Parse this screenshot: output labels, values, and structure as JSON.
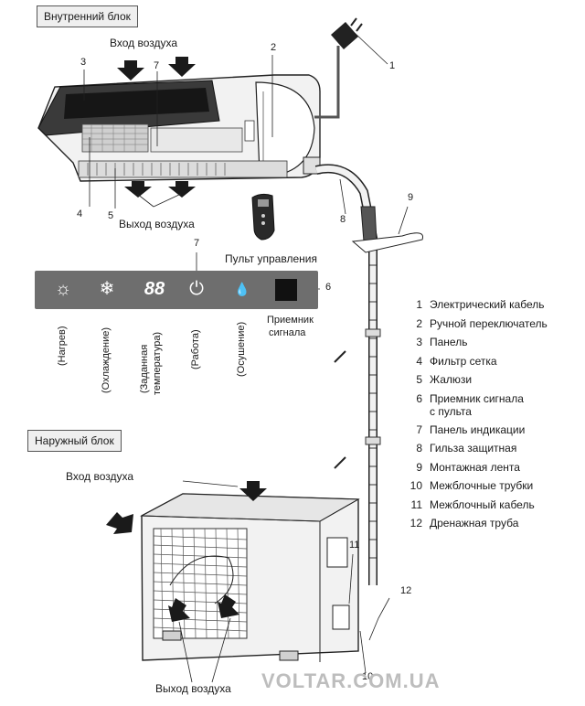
{
  "headers": {
    "indoor": "Внутренний блок",
    "outdoor": "Наружный блок"
  },
  "indoor": {
    "air_in": "Вход воздуха",
    "air_out": "Выход воздуха",
    "remote": "Пульт управления",
    "display_digits": "88"
  },
  "panel_labels": [
    "(Нагрев)",
    "(Охлаждение)",
    "(Заданная",
    "температура)",
    "(Работа)",
    "(Осушение)"
  ],
  "receiver_label": [
    "Приемник",
    "сигнала"
  ],
  "outdoor": {
    "air_in": "Вход воздуха",
    "air_out": "Выход воздуха"
  },
  "callouts": {
    "c1": "1",
    "c2": "2",
    "c3": "3",
    "c4": "4",
    "c5": "5",
    "c6": "6",
    "c7a": "7",
    "c7b": "7",
    "c8": "8",
    "c9": "9",
    "c10": "10",
    "c11": "11",
    "c12": "12"
  },
  "legend": [
    {
      "n": "1",
      "text": "Электрический кабель"
    },
    {
      "n": "2",
      "text": "Ручной переключатель"
    },
    {
      "n": "3",
      "text": "Панель"
    },
    {
      "n": "4",
      "text": "Фильтр сетка"
    },
    {
      "n": "5",
      "text": "Жалюзи"
    },
    {
      "n": "6",
      "text": "Приемник сигнала",
      "text2": "с пульта"
    },
    {
      "n": "7",
      "text": "Панель индикации"
    },
    {
      "n": "8",
      "text": "Гильза защитная"
    },
    {
      "n": "9",
      "text": "Монтажная лента"
    },
    {
      "n": "10",
      "text": "Межблочные трубки"
    },
    {
      "n": "11",
      "text": "Межблочный кабель"
    },
    {
      "n": "12",
      "text": "Дренажная труба"
    }
  ],
  "watermark": "VOLTAR.COM.UA"
}
